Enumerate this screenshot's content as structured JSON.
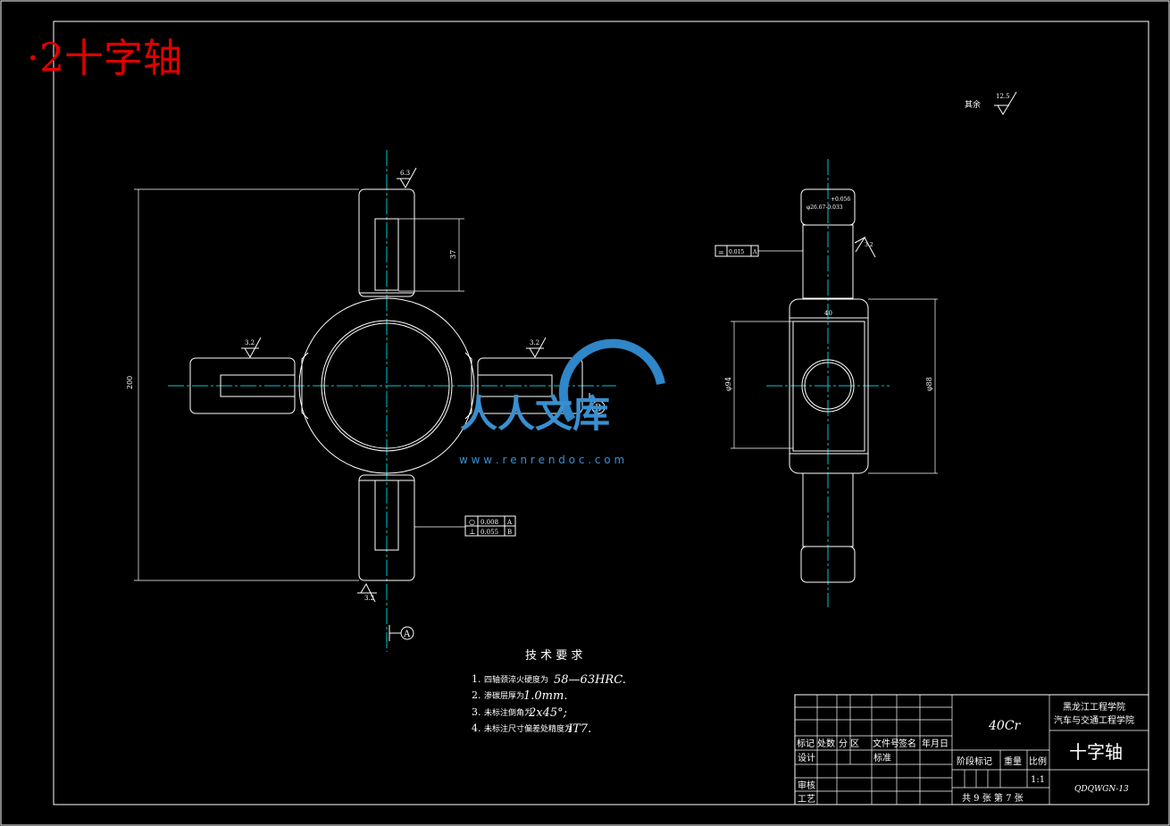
{
  "sheet_title": "·2十字轴",
  "roughness_rest": {
    "label": "其余",
    "value": "12.5"
  },
  "front_view": {
    "dim_overall": "200",
    "dim_slot": "37",
    "surface_marks": [
      "6.3",
      "3.2",
      "3.2",
      "3.2"
    ],
    "tolerance_frame": [
      {
        "symbol": "○",
        "value": "0.008",
        "datum": "A"
      },
      {
        "symbol": "⊥",
        "value": "0.055",
        "datum": "B"
      }
    ],
    "section_marker": "A"
  },
  "side_view": {
    "dim_upper": "+0.056",
    "dim_lower": "φ26.67-0.033",
    "flat_tol": {
      "symbol": "=",
      "value": "0.015",
      "datum": "A"
    },
    "surface_mark": "3.2",
    "dim_width": "40",
    "dim_left": "φ94",
    "dim_right": "φ88",
    "datum_marker": "B"
  },
  "tech_requirements": {
    "title": "技 术 要 求",
    "items": [
      {
        "num": "1.",
        "text": "四轴颈淬火硬度为",
        "value": "58—63HRC."
      },
      {
        "num": "2.",
        "text": "渗碳层厚为",
        "value": "1.0mm."
      },
      {
        "num": "3.",
        "text": "未标注倒角为",
        "value": "2x45°;"
      },
      {
        "num": "4.",
        "text": "未标注尺寸偏差处精度为",
        "value": "IT7."
      }
    ]
  },
  "watermark": {
    "brand": "人人文库",
    "url": "w w w . r e n r e n d o c . c o m"
  },
  "title_block": {
    "material": "40Cr",
    "school_line1": "黑龙江工程学院",
    "school_line2": "汽车与交通工程学院",
    "part_name": "十字轴",
    "drawing_no": "QDQWGN-13",
    "scale": "1:1",
    "sheet_info": "共 9 张 第 7 张",
    "headers": [
      "标记",
      "处数",
      "分 区",
      "文件号",
      "签名",
      "年月日"
    ],
    "rows": [
      "设计",
      "审核",
      "工艺"
    ],
    "standard": "标准",
    "stage": "阶段标记",
    "weight": "重量",
    "ratio": "比例"
  }
}
